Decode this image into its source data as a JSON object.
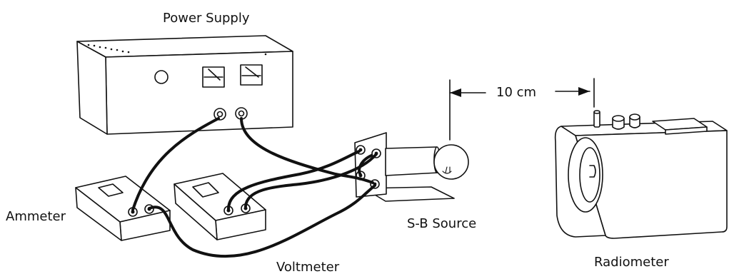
{
  "labels": {
    "power_supply": "Power Supply",
    "ammeter": "Ammeter",
    "voltmeter": "Voltmeter",
    "sb_source": "S-B Source",
    "radiometer": "Radiometer",
    "distance": "10 cm"
  }
}
